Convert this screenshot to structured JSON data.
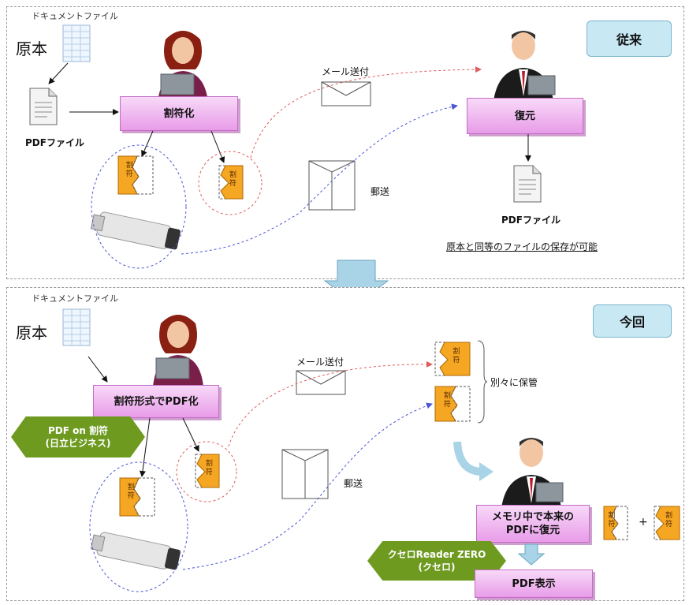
{
  "panel_before": {
    "tag": "従来",
    "doc_file_label": "ドキュメントファイル",
    "original_label": "原本",
    "pdf_file_label": "PDFファイル",
    "encode_box": "割符化",
    "mail_label": "メール送付",
    "post_label": "郵送",
    "restore_box": "復元",
    "result_pdf_label": "PDFファイル",
    "note": "原本と同等のファイルの保存が可能",
    "token_text": "割符"
  },
  "panel_now": {
    "tag": "今回",
    "doc_file_label": "ドキュメントファイル",
    "original_label": "原本",
    "encode_box": "割符形式でPDF化",
    "product_badge_line1": "PDF on 割符",
    "product_badge_line2": "(日立ビジネス)",
    "mail_label": "メール送付",
    "post_label": "郵送",
    "separate_label": "別々に保管",
    "restore_box_line1": "メモリ中で本来の",
    "restore_box_line2": "PDFに復元",
    "reader_badge_line1": "クセロReader ZERO",
    "reader_badge_line2": "(クセロ)",
    "display_box": "PDF表示",
    "plus": "+",
    "token_text": "割符"
  },
  "colors": {
    "box_pink": "#e89ce8",
    "tag_blue": "#c8e8f4",
    "badge_green": "#6d9a1f",
    "token_orange": "#f5a623",
    "mail_line": "#e05c5c",
    "post_line": "#4a55d8",
    "down_arrow": "#a9d3e6"
  }
}
